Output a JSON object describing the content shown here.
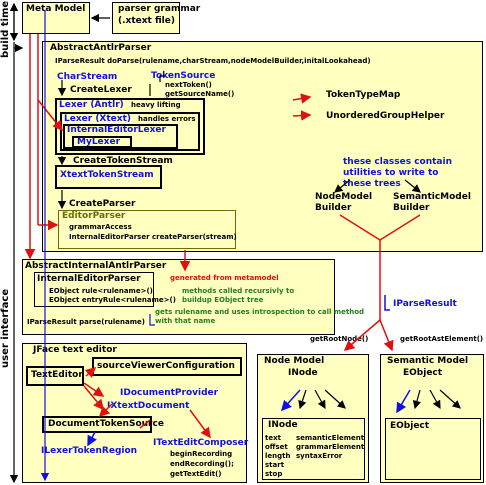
{
  "side": {
    "build_time": "build time",
    "user_interface": "user interface"
  },
  "top": {
    "meta_model": "Meta Model",
    "grammar_line1": "parser grammar",
    "grammar_line2": "(.xtext file)"
  },
  "antlr": {
    "title": "AbstractAntlrParser",
    "signature": "IParseResult doParse(rulename,charStream,nodeModelBuilder,initalLookahead)",
    "charstream": "CharStream",
    "tokensource": "TokenSource",
    "nexttoken": "nextToken()",
    "getsourcename": "getSourceName()",
    "createlexer": "CreateLexer",
    "lexer_antlr": "Lexer (Antlr)",
    "heavy": "heavy lifting",
    "lexer_xtext": "Lexer (Xtext)",
    "handles": "handles errors",
    "internal_lexer": "InternalEditorLexer",
    "mylexer": "MyLexer",
    "tokentypemap": "TokenTypeMap",
    "unordered": "UnorderedGroupHelper",
    "createtokenstream": "CreateTokenStream",
    "xtexttokenstream": "XtextTokenStream",
    "createparser": "CreateParser",
    "editorparser": "EditorParser",
    "grammaraccess": "grammarAccess",
    "createparser_sig": "InternalEditorParser createParser(stream)",
    "note_line1": "these classes contain",
    "note_line2": "utilities to write to",
    "note_line3": "these trees",
    "nodemodel1": "NodeModel",
    "nodemodel2": "Builder",
    "semmodel1": "SemanticModel",
    "semmodel2": "Builder"
  },
  "internal": {
    "title": "AbstractInternalAntlrParser",
    "editorparser": "InternalEditorParser",
    "generated": "generated from metamodel",
    "rule1": "EObject rule<rulename>()",
    "rule2": "EObject entryRule<rulename>()",
    "methods1": "methods called recursivly to",
    "methods2": "buildup EObject tree",
    "getsrule1": "gets rulename and uses introspection to call method",
    "getsrule2": "with that name",
    "parse": "IParseResult parse(rulename)",
    "iparseresult": "IParseResult"
  },
  "jface": {
    "title": "JFace text editor",
    "texteditor": "TextEditor",
    "svc": "sourceViewerConfiguration",
    "idocprovider": "IDocumentProvider",
    "ixtextdoc": "IXtextDocument",
    "doctokensource": "DocumentTokenSource",
    "itexteditcomposer": "ITextEditComposer",
    "ilexertokenregion": "ILexerTokenRegion",
    "m1": "beginRecording",
    "m2": "endRecording();",
    "m3": "getTextEdit()"
  },
  "nodemodel": {
    "title": "Node Model",
    "inode_top": "INode",
    "inode": "INode",
    "text": "text",
    "offset": "offset",
    "length": "length",
    "start": "start",
    "stop": "stop",
    "sem_el": "semanticElement",
    "gram_el": "grammarElement",
    "syn_err": "syntaxError",
    "getroot": "getRootNode()"
  },
  "semantic": {
    "title": "Semantic Model",
    "eobject_top": "EObject",
    "eobject": "EObject",
    "getroot": "getRootAstElement()"
  }
}
